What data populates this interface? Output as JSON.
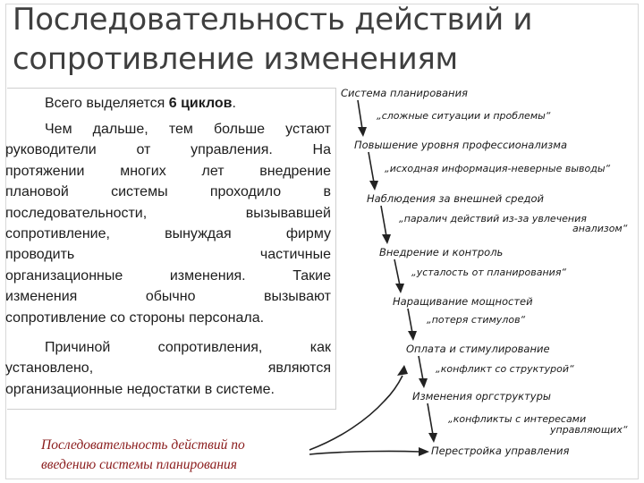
{
  "title": {
    "line1": "Последовательность действий и",
    "line2": "сопротивление изменениям"
  },
  "body": {
    "p1": {
      "prefix": "Всего выделяется ",
      "bold": "6 циклов",
      "suffix": "."
    },
    "p2": [
      "Чем дальше, тем больше устают",
      "руководители от управления. На",
      "протяжении многих лет внедрение",
      "плановой системы проходило в",
      "последовательности, вызывавшей",
      "сопротивление, вынуждая фирму",
      "проводить частичные",
      "организационные изменения. Такие",
      "изменения обычно вызывают",
      "сопротивление со стороны персонала."
    ],
    "p3": [
      "Причиной сопротивления, как",
      "установлено, являются",
      "организационные недостатки в системе."
    ]
  },
  "caption": {
    "line1": "Последовательность действий по",
    "line2": "введению системы планирования"
  },
  "diagram": {
    "stages": [
      "Система планирования",
      "Повышение уровня профессионализма",
      "Наблюдения за внешней средой",
      "Внедрение и контроль",
      "Наращивание мощностей",
      "Оплата и стимулирование",
      "Изменения оргструктуры",
      "Перестройка управления"
    ],
    "resistances": [
      "„сложные ситуации и проблемы“",
      "„исходная информация-неверные выводы“",
      "„паралич действий из-за увлечения",
      "анализом“",
      "„усталость от планирования“",
      "„потеря стимулов“",
      "„конфликт со структурой“",
      "„конфликты с интересами",
      "управляющих“"
    ]
  }
}
